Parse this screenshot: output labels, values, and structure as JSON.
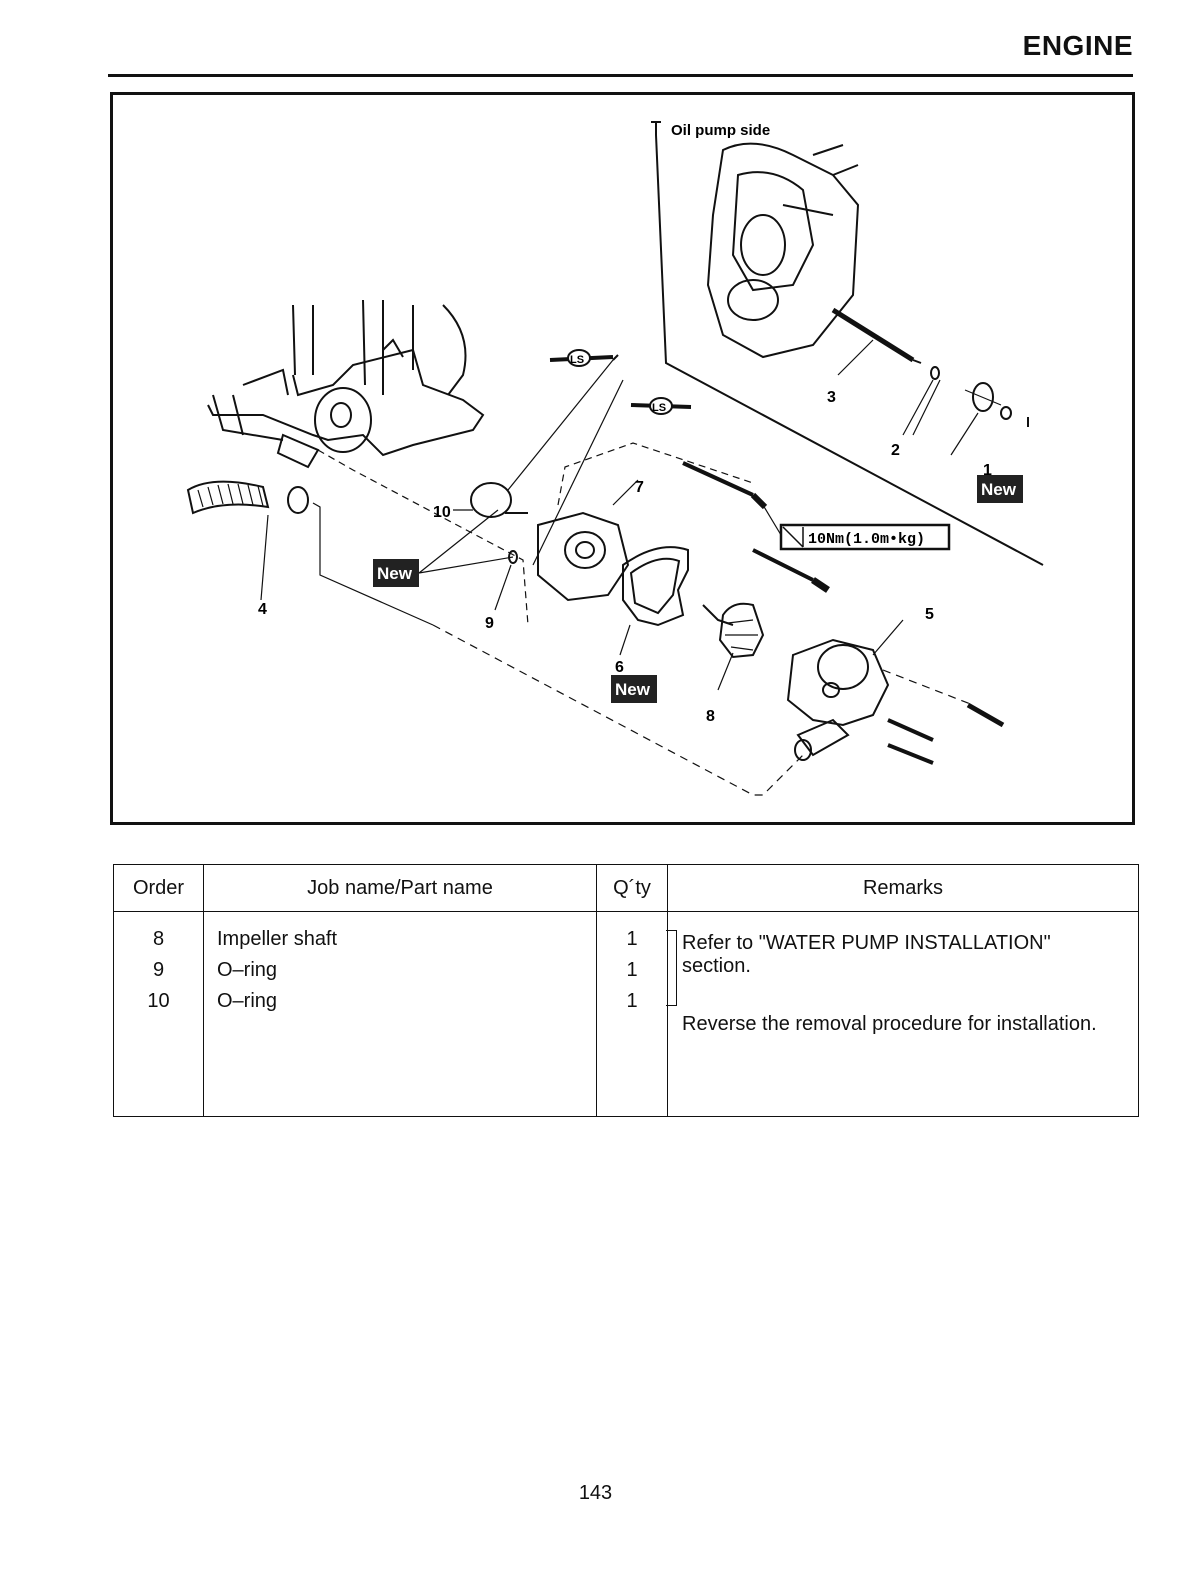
{
  "header": {
    "section_title": "ENGINE"
  },
  "diagram": {
    "inset_label": "Oil pump side",
    "callouts": [
      "1",
      "2",
      "3",
      "4",
      "5",
      "6",
      "7",
      "8",
      "9",
      "10"
    ],
    "new_tag": "New",
    "lubricant_tag": "LS",
    "torque_spec": "10Nm(1.0m•kg)"
  },
  "table": {
    "headers": {
      "order": "Order",
      "job": "Job name/Part name",
      "qty": "Q´ty",
      "remarks": "Remarks"
    },
    "rows": [
      {
        "order": "8",
        "part": "Impeller shaft",
        "qty": "1"
      },
      {
        "order": "9",
        "part": "O–ring",
        "qty": "1"
      },
      {
        "order": "10",
        "part": "O–ring",
        "qty": "1"
      }
    ],
    "remarks": {
      "bracket_note": "Refer to \"WATER PUMP INSTALLATION\" section.",
      "reverse_note": "Reverse the removal procedure for installation."
    }
  },
  "page": {
    "number": "143"
  }
}
